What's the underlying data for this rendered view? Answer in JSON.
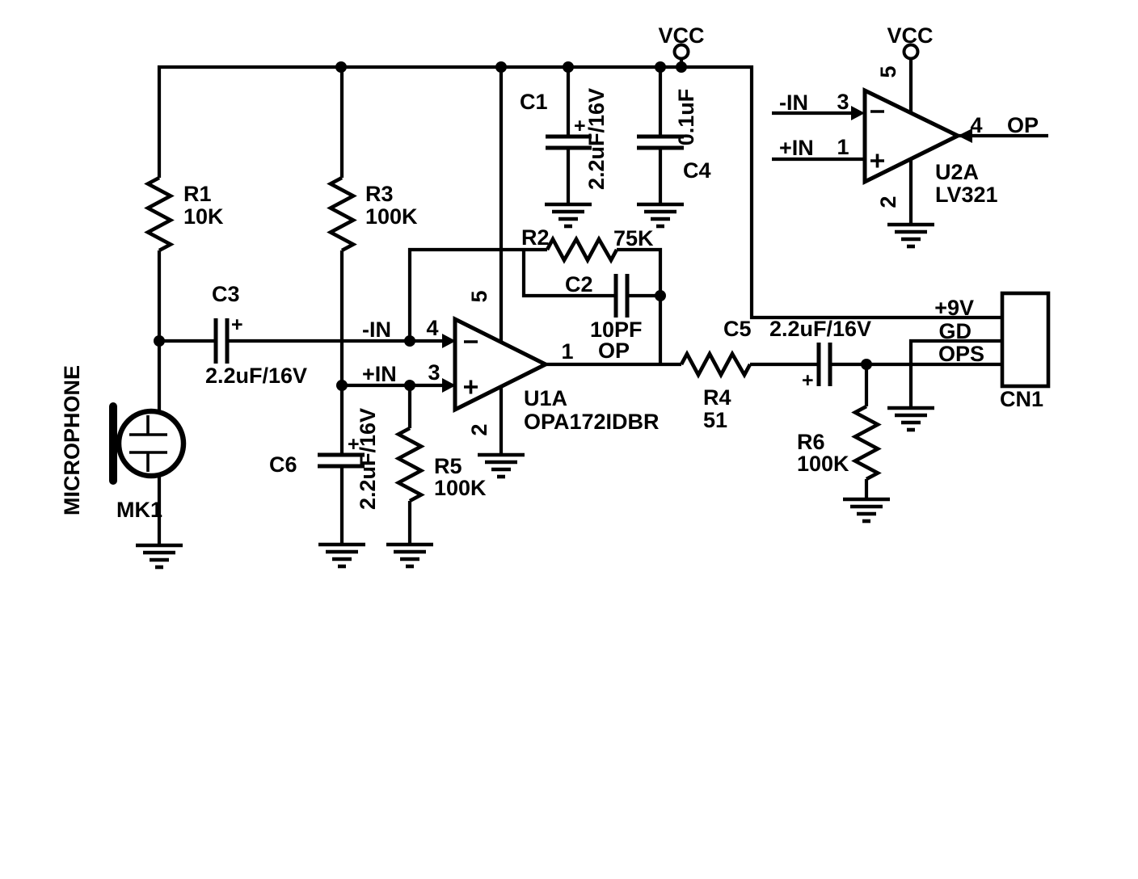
{
  "power_labels": {
    "vcc_left": "VCC",
    "vcc_right": "VCC"
  },
  "microphone": {
    "name": "MICROPHONE",
    "refdes": "MK1"
  },
  "resistors": {
    "r1": {
      "refdes": "R1",
      "value": "10K"
    },
    "r2": {
      "refdes": "R2",
      "value": "75K"
    },
    "r3": {
      "refdes": "R3",
      "value": "100K"
    },
    "r4": {
      "refdes": "R4",
      "value": "51"
    },
    "r5": {
      "refdes": "R5",
      "value": "100K"
    },
    "r6": {
      "refdes": "R6",
      "value": "100K"
    }
  },
  "capacitors": {
    "c1": {
      "refdes": "C1",
      "value": "2.2uF/16V",
      "polarity": "+"
    },
    "c2": {
      "refdes": "C2",
      "value": "10PF"
    },
    "c3": {
      "refdes": "C3",
      "value": "2.2uF/16V",
      "polarity": "+"
    },
    "c4": {
      "refdes": "C4",
      "value": "0.1uF"
    },
    "c5": {
      "refdes": "C5",
      "value": "2.2uF/16V",
      "polarity": "+"
    },
    "c6": {
      "refdes": "C6",
      "value": "2.2uF/16V",
      "polarity": "+"
    }
  },
  "opamp_u1": {
    "refdes": "U1A",
    "part": "OPA172IDBR",
    "inv_label": "-IN",
    "inv_pin": "4",
    "noninv_label": "+IN",
    "noninv_pin": "3",
    "out_label": "OP",
    "out_pin": "1",
    "vcc_pin": "5",
    "gnd_pin": "2"
  },
  "opamp_u2": {
    "refdes": "U2A",
    "part": "LV321",
    "inv_label": "-IN",
    "inv_pin": "3",
    "noninv_label": "+IN",
    "noninv_pin": "1",
    "out_label": "OP",
    "out_pin": "4",
    "vcc_pin": "5",
    "gnd_pin": "2"
  },
  "connector": {
    "refdes": "CN1",
    "pin_labels": [
      "+9V",
      "GD",
      "OPS"
    ]
  }
}
